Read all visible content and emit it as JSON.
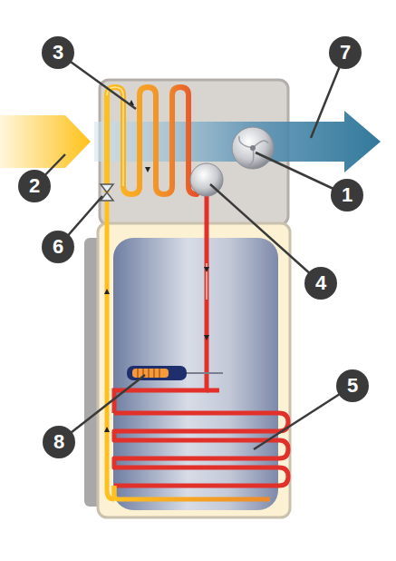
{
  "diagram": {
    "labels": [
      "3",
      "7",
      "2",
      "1",
      "6",
      "4",
      "5",
      "8"
    ]
  }
}
